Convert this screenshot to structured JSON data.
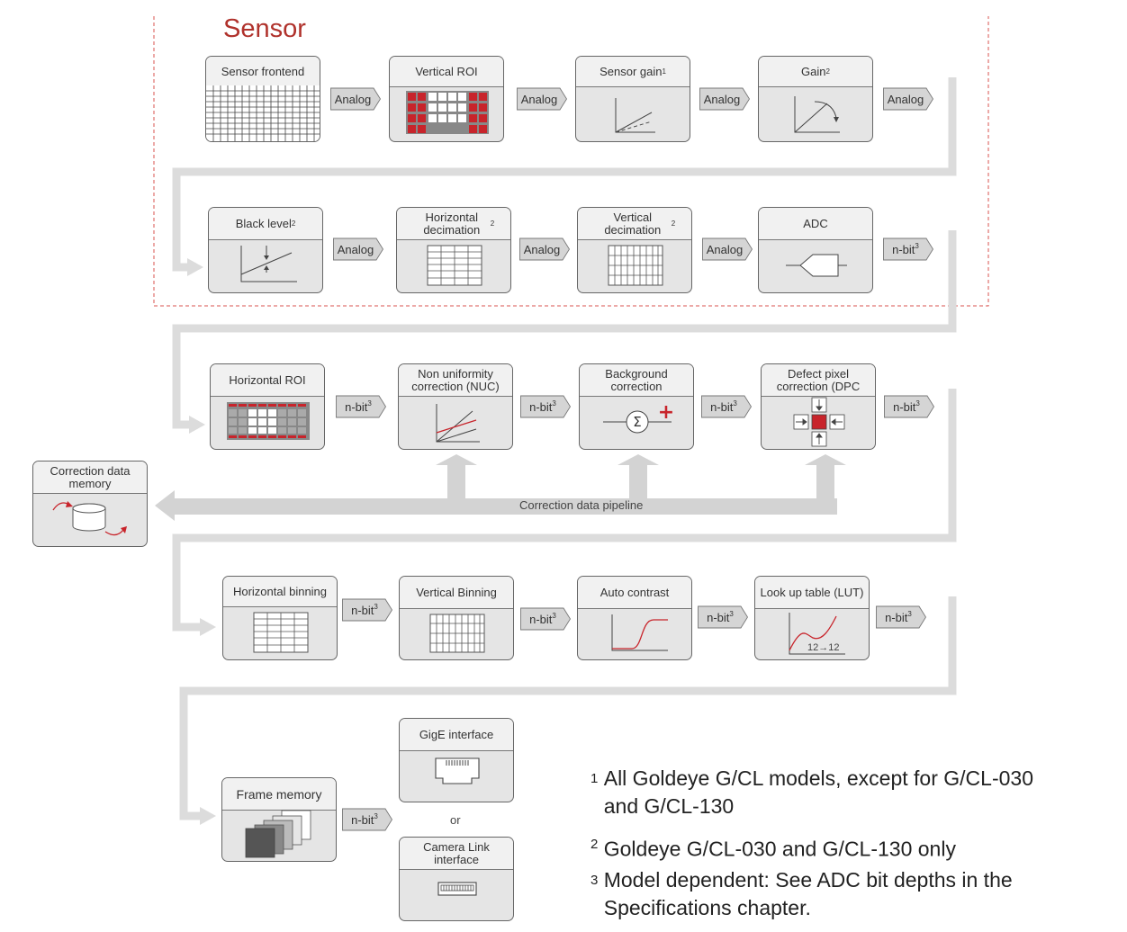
{
  "sensor_title": "Sensor",
  "blocks": {
    "sensor_frontend": {
      "label": "Sensor frontend"
    },
    "vertical_roi": {
      "label": "Vertical ROI"
    },
    "sensor_gain": {
      "label": "Sensor gain",
      "sup": "1"
    },
    "gain": {
      "label": "Gain",
      "sup": "2"
    },
    "black_level": {
      "label": "Black level",
      "sup": "2"
    },
    "horizontal_decimation": {
      "label": "Horizontal decimation",
      "sup": "2"
    },
    "vertical_decimation": {
      "label": "Vertical decimation",
      "sup": "2"
    },
    "adc": {
      "label": "ADC"
    },
    "horizontal_roi": {
      "label": "Horizontal ROI"
    },
    "nuc": {
      "label": "Non uniformity correction (NUC)"
    },
    "background_correction": {
      "label": "Background correction"
    },
    "dpc": {
      "label": "Defect pixel correction (DPC"
    },
    "correction_memory": {
      "label": "Correction data memory"
    },
    "horizontal_binning": {
      "label": "Horizontal binning"
    },
    "vertical_binning": {
      "label": "Vertical Binning"
    },
    "auto_contrast": {
      "label": "Auto contrast"
    },
    "lut": {
      "label": "Look up table (LUT)",
      "inner": "12→12"
    },
    "frame_memory": {
      "label": "Frame memory"
    },
    "gige": {
      "label": "GigE interface"
    },
    "camera_link": {
      "label": "Camera Link interface"
    }
  },
  "arrows": {
    "analog": "Analog",
    "nbit": "n-bit",
    "nbit_sup": "3"
  },
  "pipeline_label": "Correction data pipeline",
  "or_label": "or",
  "footnotes": [
    {
      "num": "1",
      "text": "All Goldeye G/CL models, except for G/CL-030 and G/CL-130"
    },
    {
      "num": "2",
      "text": "Goldeye G/CL-030 and G/CL-130 only"
    },
    {
      "num": "3",
      "text": "Model dependent: See ADC bit depths in the Specifications chapter."
    }
  ],
  "colors": {
    "accent_red": "#c8242b",
    "block_fill": "#e5e5e5",
    "connector": "#dcdcdc",
    "sensor_border": "#d9534f"
  }
}
